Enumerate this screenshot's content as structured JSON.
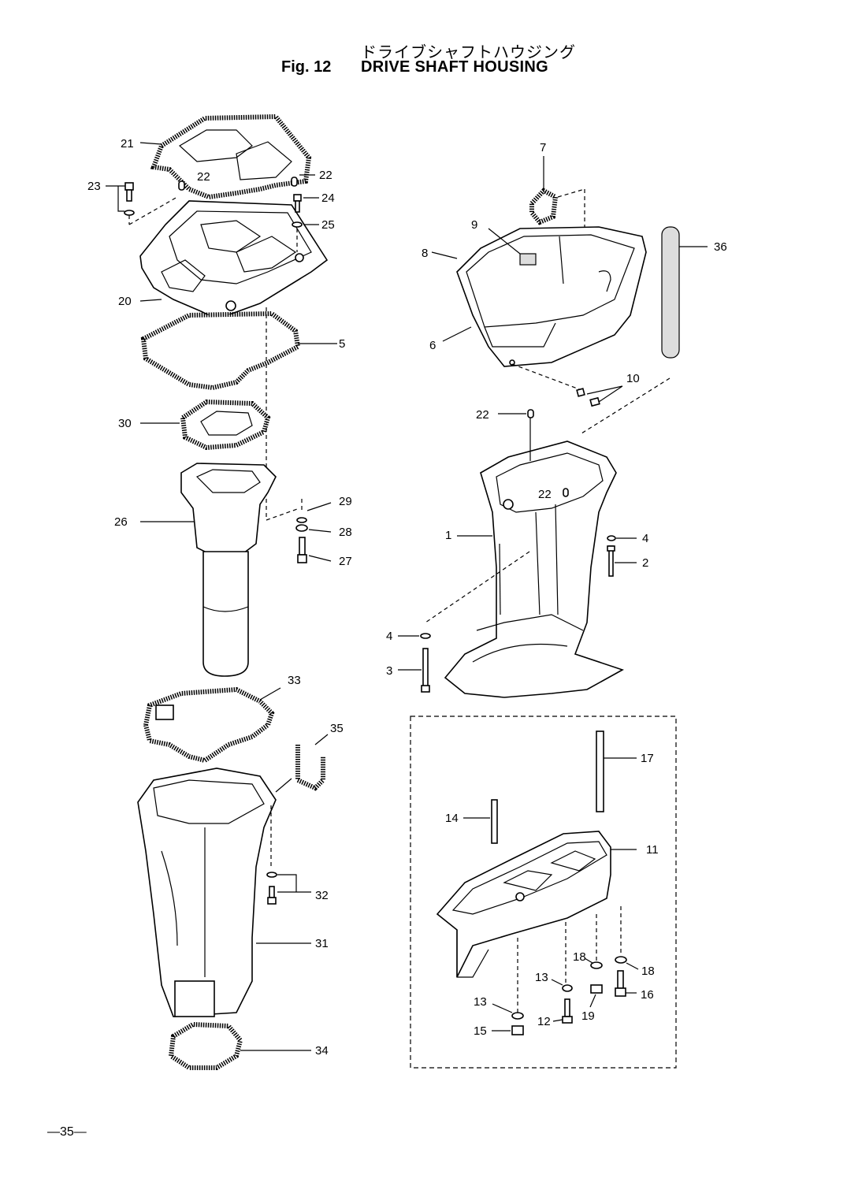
{
  "header": {
    "title_jp": "ドライブシャフトハウジング",
    "fig_label": "Fig. 12",
    "title_en": "DRIVE SHAFT HOUSING"
  },
  "footer": {
    "page_number": "—35—"
  },
  "callouts": {
    "c1": "1",
    "c2": "2",
    "c3": "3",
    "c4a": "4",
    "c4b": "4",
    "c5": "5",
    "c6": "6",
    "c7": "7",
    "c8": "8",
    "c9": "9",
    "c10": "10",
    "c11": "11",
    "c12": "12",
    "c13a": "13",
    "c13b": "13",
    "c14": "14",
    "c15": "15",
    "c16": "16",
    "c17": "17",
    "c18a": "18",
    "c18b": "18",
    "c19": "19",
    "c20": "20",
    "c21": "21",
    "c22a": "22",
    "c22b": "22",
    "c22c": "22",
    "c22d": "22",
    "c23": "23",
    "c24": "24",
    "c25": "25",
    "c26": "26",
    "c27": "27",
    "c28": "28",
    "c29": "29",
    "c30": "30",
    "c31": "31",
    "c32": "32",
    "c33": "33",
    "c34": "34",
    "c35": "35",
    "c36": "36"
  }
}
